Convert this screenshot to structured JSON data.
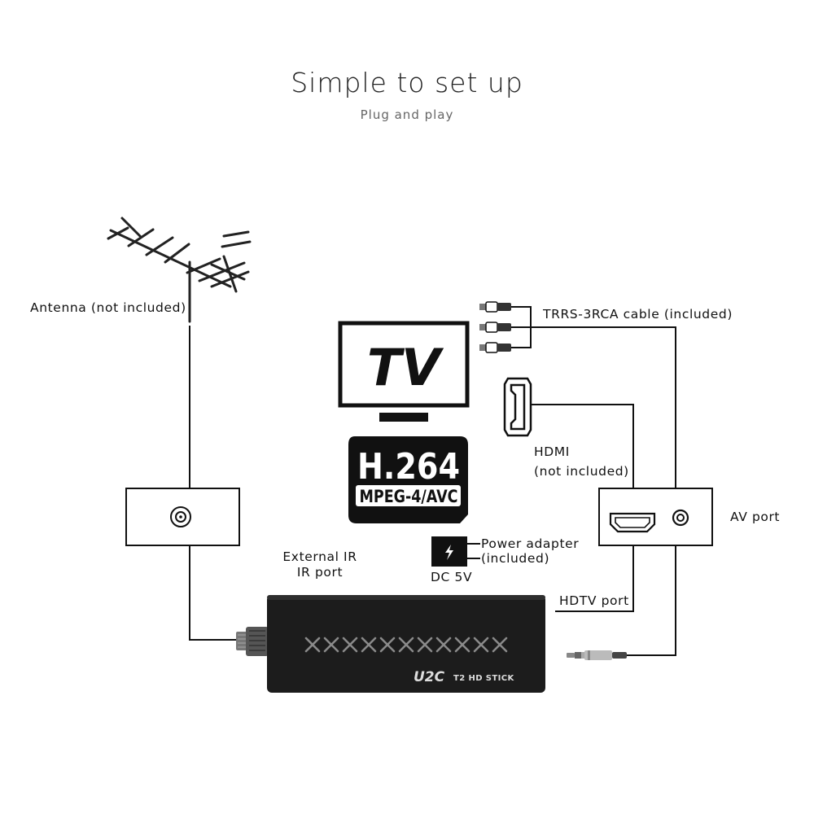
{
  "header": {
    "title": "Simple to set up",
    "subtitle": "Plug and play"
  },
  "labels": {
    "antenna": "Antenna (not included)",
    "trrs_cable": "TRRS-3RCA cable (included)",
    "hdmi_line1": "HDMI",
    "hdmi_line2": "(not included)",
    "av_port": "AV port",
    "power_line1": "Power adapter",
    "power_line2": "(included)",
    "dc": "DC 5V",
    "ir_line1": "External IR",
    "ir_line2": "IR port",
    "hdtv_port": "HDTV port"
  },
  "tv_icon": {
    "text": "TV"
  },
  "codec_badge": {
    "line1": "H.264",
    "line2": "MPEG-4/AVC"
  },
  "device": {
    "brand": "U2C",
    "model": "T2 HD STICK"
  },
  "colors": {
    "line": "#111111",
    "device_body": "#1c1c1c",
    "badge": "#111111"
  }
}
